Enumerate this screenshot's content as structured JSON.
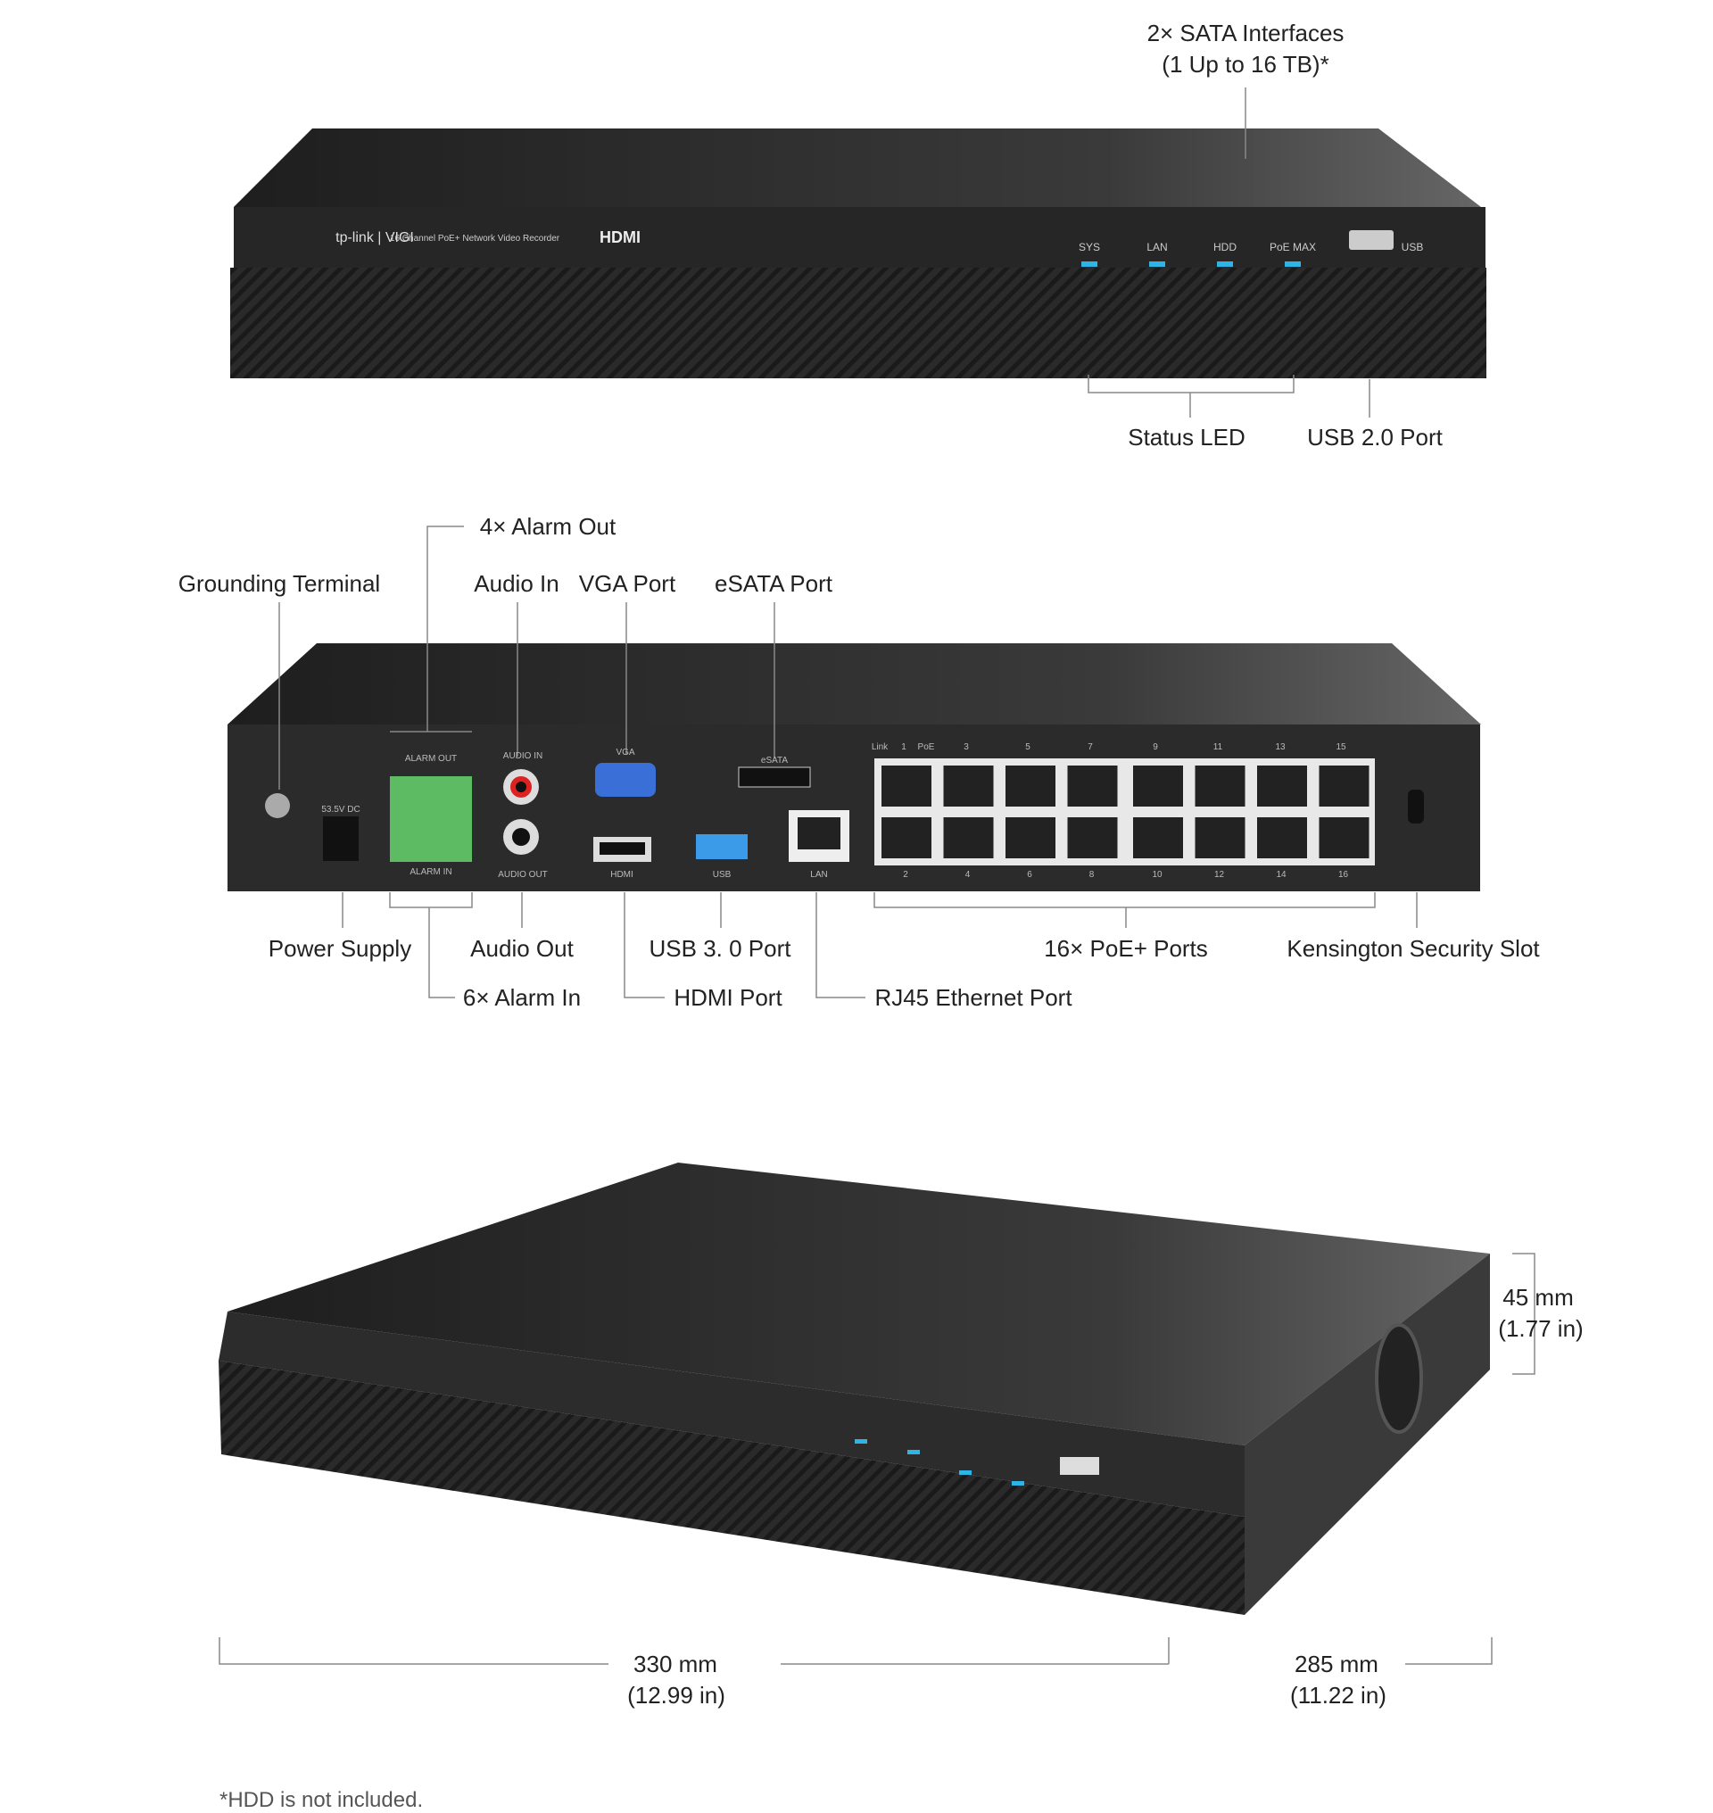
{
  "top_view": {
    "sata": [
      "2× SATA Interfaces",
      "(1 Up to 16 TB)*"
    ],
    "brand": "tp-link | VIGI",
    "model": "16 Channel PoE+ Network Video Recorder",
    "hdmi_logo": "HDMI",
    "leds": [
      "SYS",
      "LAN",
      "HDD",
      "PoE MAX"
    ],
    "usb": "USB",
    "status_led": "Status LED",
    "usb2": "USB 2.0 Port"
  },
  "rear_view": {
    "alarm_out": "4× Alarm Out",
    "grounding": "Grounding Terminal",
    "audio_in": "Audio In",
    "vga": "VGA Port",
    "esata": "eSATA Port",
    "power": "Power Supply",
    "audio_out": "Audio Out",
    "usb3": "USB 3. 0 Port",
    "poe": "16× PoE+ Ports",
    "kensington": "Kensington Security Slot",
    "alarm_in": "6× Alarm In",
    "hdmi": "HDMI Port",
    "rj45": "RJ45 Ethernet Port",
    "panel": {
      "alarm_out": "ALARM OUT",
      "alarm_in": "ALARM IN",
      "audio_in": "AUDIO IN",
      "audio_out": "AUDIO OUT",
      "vga": "VGA",
      "esata": "eSATA",
      "dc": "53.5V DC",
      "hdmi": "HDMI",
      "usb": "USB",
      "lan": "LAN",
      "top_ports": [
        "Link",
        "1",
        "PoE",
        "3",
        "5",
        "7",
        "9",
        "11",
        "13",
        "15"
      ],
      "bottom_ports": [
        "2",
        "4",
        "6",
        "8",
        "10",
        "12",
        "14",
        "16"
      ]
    }
  },
  "dimensions": {
    "height": [
      "45 mm",
      "(1.77 in)"
    ],
    "width": [
      "330 mm",
      "(12.99 in)"
    ],
    "depth": [
      "285 mm",
      "(11.22 in)"
    ]
  },
  "colors": {
    "device": "#2b2b2b",
    "led": "#2fb4e6",
    "terminal": "#5dbb63"
  },
  "footnote": "*HDD is not included."
}
